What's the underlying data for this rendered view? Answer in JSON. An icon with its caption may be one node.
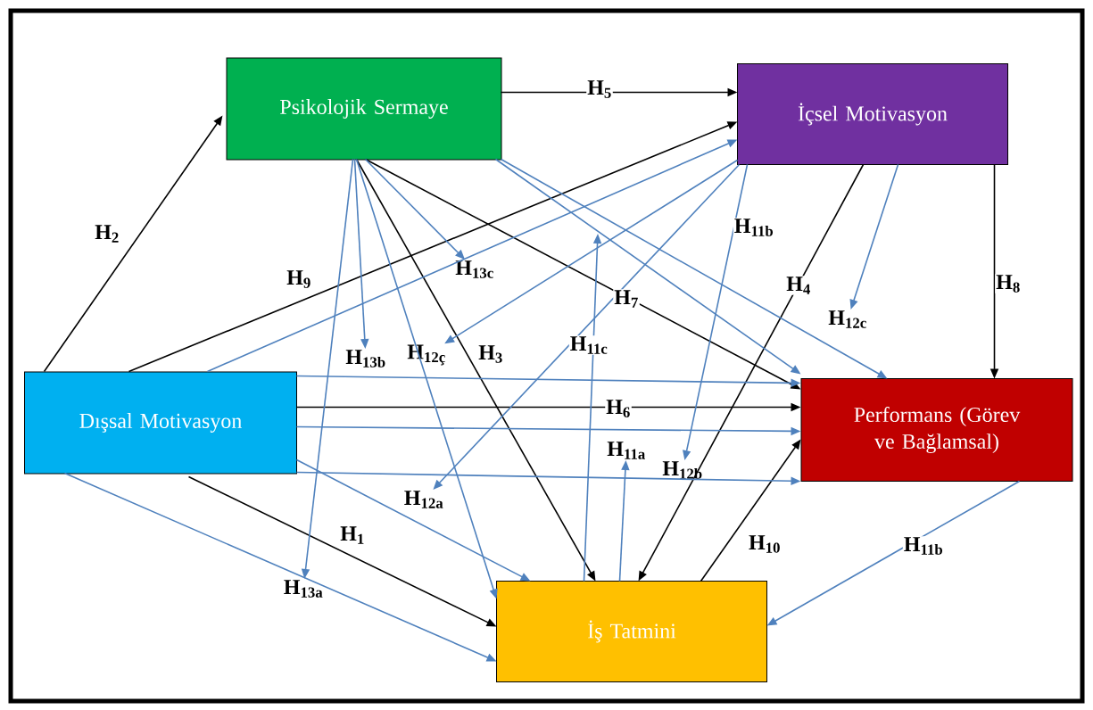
{
  "diagram": {
    "nodes": [
      {
        "text": [
          "Psikolojik Sermaye"
        ]
      },
      {
        "text": [
          "İçsel Motivasyon"
        ]
      },
      {
        "text": [
          "Dışsal Motivasyon"
        ]
      },
      {
        "text": [
          "Performans (Görev ve Bağlamsal)"
        ]
      },
      {
        "text": [
          "İş Tatmini"
        ]
      },
      {
        "text": [
          "H$_{13c}$"
        ]
      },
      {
        "text": [
          "H$_{12c}$"
        ]
      },
      {
        "text": [
          "H$_{13b}$"
        ]
      },
      {
        "text": [
          "H$_{12ç}$"
        ]
      },
      {
        "text": [
          "H$_{11a}$"
        ]
      },
      {
        "text": [
          "H$_{12b}$"
        ]
      },
      {
        "text": [
          "H$_{12a}$"
        ]
      },
      {
        "text": [
          "H$_{13a}$"
        ]
      }
    ],
    "edges": [
      {
        "from": 2,
        "to": 0,
        "arrow": "to",
        "color": "#000000"
      },
      {
        "from": 0,
        "to": 1,
        "arrow": "to",
        "color": "#000000"
      },
      {
        "from": 2,
        "to": 1,
        "arrow": "to",
        "color": "#000000"
      },
      {
        "from": 0,
        "to": 3,
        "arrow": "to",
        "color": "#000000"
      },
      {
        "from": 0,
        "to": 4,
        "arrow": "to",
        "color": "#000000"
      },
      {
        "from": 1,
        "to": 4,
        "arrow": "to",
        "color": "#000000"
      },
      {
        "from": 1,
        "to": 3,
        "arrow": "to",
        "color": "#000000"
      },
      {
        "from": 2,
        "to": 3,
        "arrow": "to",
        "color": "#000000"
      },
      {
        "from": 2,
        "to": 4,
        "arrow": "to",
        "color": "#000000"
      },
      {
        "from": 4,
        "to": 3,
        "arrow": "to",
        "color": "#000000"
      },
      {
        "from": 2,
        "to": 1,
        "arrow": "to"
      },
      {
        "from": 0,
        "to": 5,
        "arrow": "to"
      },
      {
        "from": 0,
        "to": 7,
        "arrow": "to"
      },
      {
        "from": 0,
        "to": 12,
        "arrow": "to"
      },
      {
        "from": 0,
        "to": 4,
        "arrow": "to"
      },
      {
        "from": 0,
        "to": 3,
        "arrow": "to"
      },
      {
        "from": 0,
        "to": 3,
        "arrow": "to"
      },
      {
        "from": 1,
        "to": 8,
        "arrow": "to"
      },
      {
        "from": 1,
        "to": 11,
        "arrow": "to"
      },
      {
        "from": 1,
        "to": 10,
        "arrow": "to"
      },
      {
        "from": 1,
        "to": 6,
        "arrow": "to"
      },
      {
        "from": 4,
        "to": null,
        "arrow": "to"
      },
      {
        "from": 4,
        "to": 9,
        "arrow": "to"
      },
      {
        "from": 2,
        "to": 3,
        "arrow": "to"
      },
      {
        "from": 2,
        "to": 3,
        "arrow": "to"
      },
      {
        "from": 2,
        "to": 3,
        "arrow": "to"
      },
      {
        "from": 2,
        "to": 4,
        "arrow": "to"
      },
      {
        "from": 2,
        "to": 4,
        "arrow": "to"
      },
      {
        "from": 3,
        "to": 4,
        "arrow": "to"
      }
    ],
    "labels": [
      "H$_{2}$",
      "H$_{5}$",
      "H$_{11b}$",
      "H$_{9}$",
      "H$_{4}$",
      "H$_{8}$",
      "H$_{7}$",
      "H$_{3}$",
      "H$_{11c}$",
      "H$_{6}$",
      "H$_{1}$",
      "H$_{10}$",
      "H$_{11b}$"
    ]
  }
}
